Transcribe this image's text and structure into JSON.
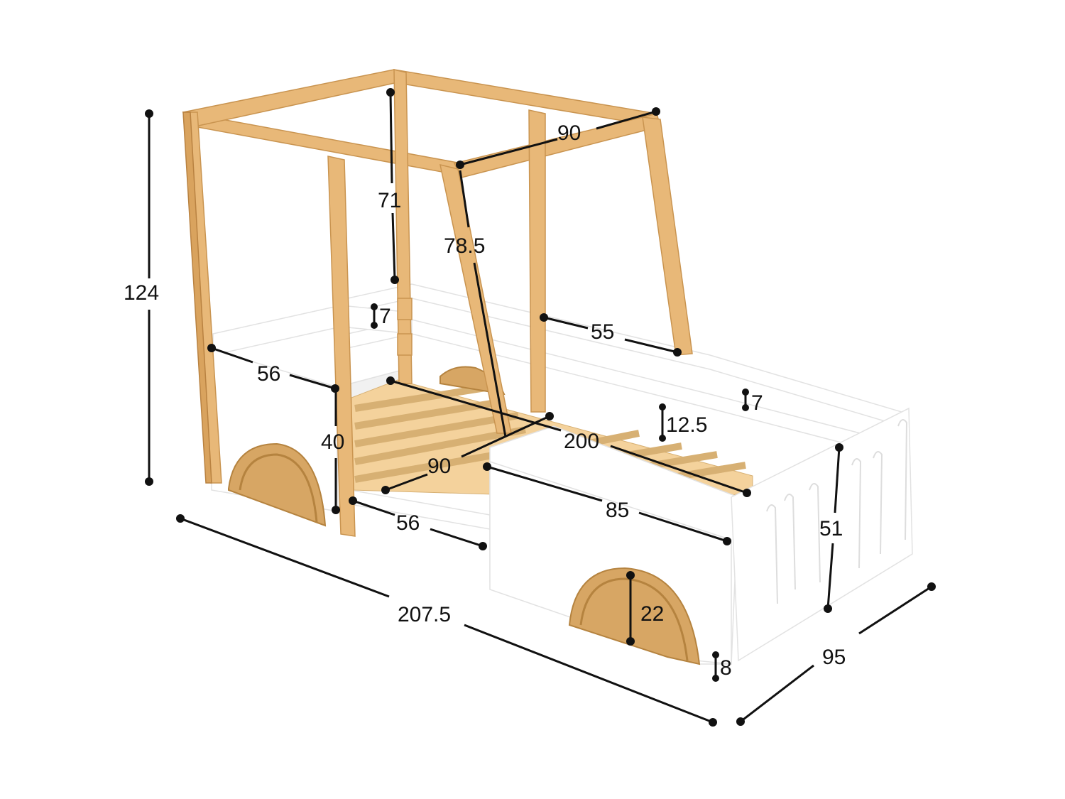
{
  "dimensions": {
    "height_total": "124",
    "canopy_width": "90",
    "post_height": "71",
    "slanted_post": "78.5",
    "rail_gap_left": "7",
    "rail_length_right": "55",
    "head_length": "56",
    "head_height": "40",
    "right_rail_gap": "7",
    "right_rail_height": "12.5",
    "mattress_length": "200",
    "mattress_width": "90",
    "front_step": "56",
    "side_panel": "85",
    "foot_height": "51",
    "wheel_height": "22",
    "ground_clearance": "8",
    "total_length": "207.5",
    "total_width": "95"
  }
}
